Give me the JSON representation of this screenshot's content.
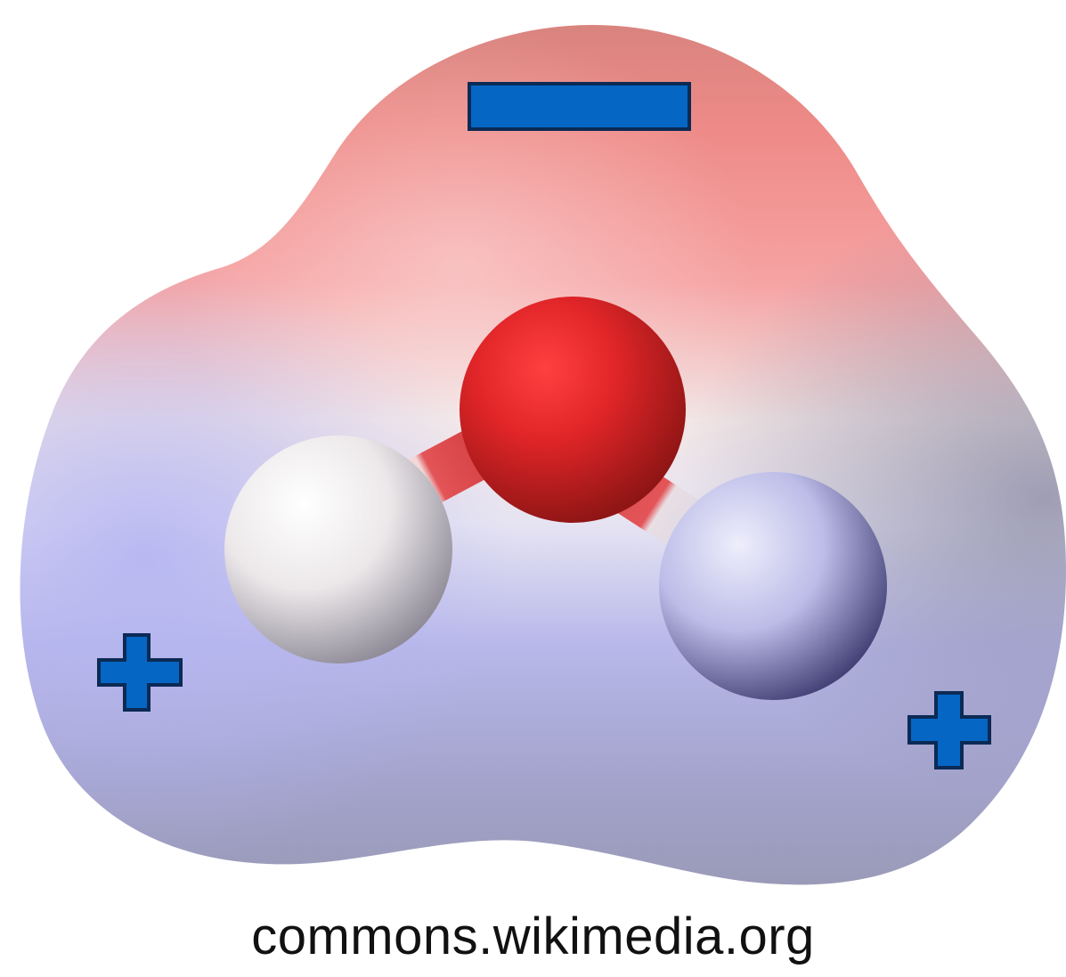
{
  "diagram": {
    "subject": "water molecule electrostatic potential map",
    "charges": {
      "negative_symbol": "minus",
      "positive_symbol": "plus"
    },
    "atoms": [
      {
        "name": "oxygen",
        "color": "#e0262a"
      },
      {
        "name": "hydrogen-left",
        "color": "#f2eeee"
      },
      {
        "name": "hydrogen-right",
        "color": "#c9c9ee"
      }
    ],
    "colors": {
      "negative_region": "#f07a7a",
      "neutral_region": "#f4f2f4",
      "positive_region": "#9a9ae6",
      "charge_fill": "#0566c4",
      "charge_stroke": "#0b2a55"
    }
  },
  "credit": {
    "text": "commons.wikimedia.org"
  }
}
